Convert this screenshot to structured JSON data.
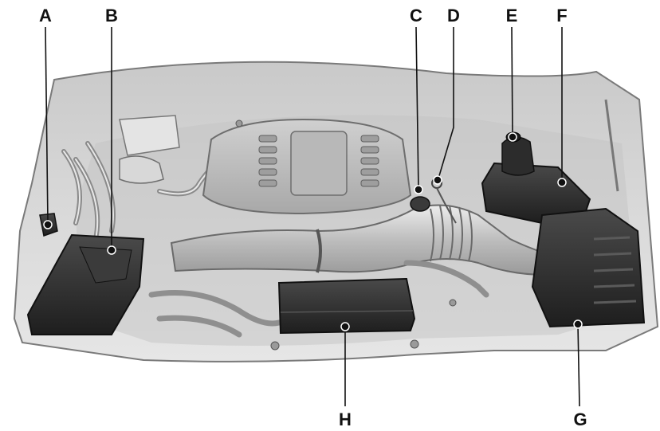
{
  "callouts": {
    "a": "A",
    "b": "B",
    "c": "C",
    "d": "D",
    "e": "E",
    "f": "F",
    "g": "G",
    "h": "H"
  },
  "colors": {
    "background": "#ffffff",
    "engine_bay": "#d9d9d9",
    "dark_component": "#2f2f2f",
    "leader_line": "#111111"
  }
}
